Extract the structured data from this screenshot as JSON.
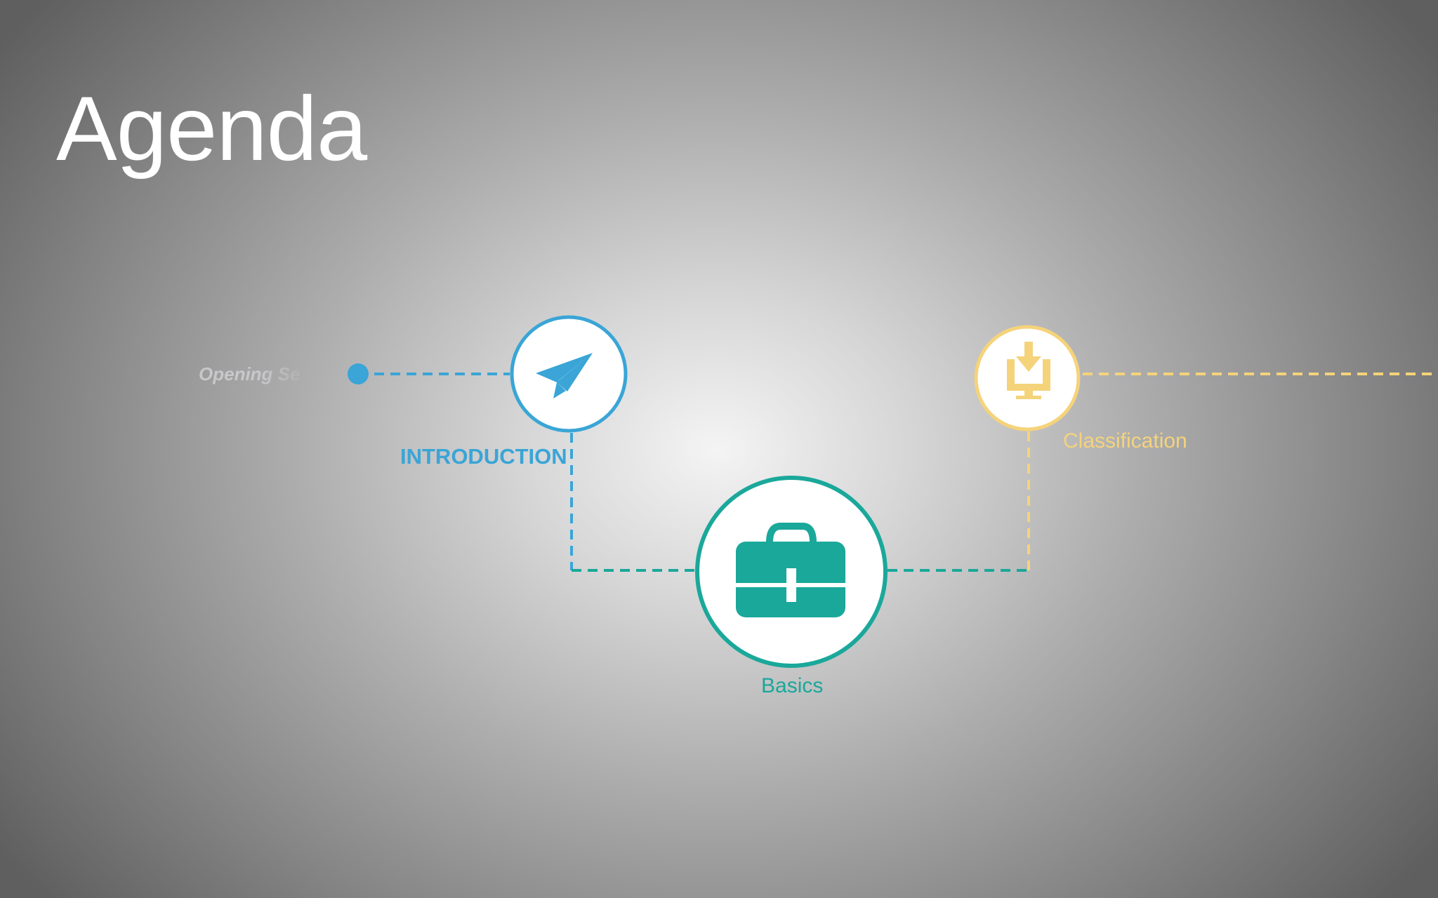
{
  "slide": {
    "title": "Agenda"
  },
  "colors": {
    "intro_blue": "#3aa5d6",
    "basics_teal": "#1aa89a",
    "classification_yellow": "#f5d37a",
    "faded_label": "#c8c8ca",
    "title_white": "#ffffff"
  },
  "steps": [
    {
      "label": "Opening Se",
      "icon": "none",
      "color": "#c8c8ca"
    },
    {
      "label": "INTRODUCTION",
      "icon": "paper-plane-icon",
      "color": "#3aa5d6"
    },
    {
      "label": "Basics",
      "icon": "toolbox-icon",
      "color": "#1aa89a"
    },
    {
      "label": "Classification",
      "icon": "download-monitor-icon",
      "color": "#f5d37a"
    }
  ]
}
